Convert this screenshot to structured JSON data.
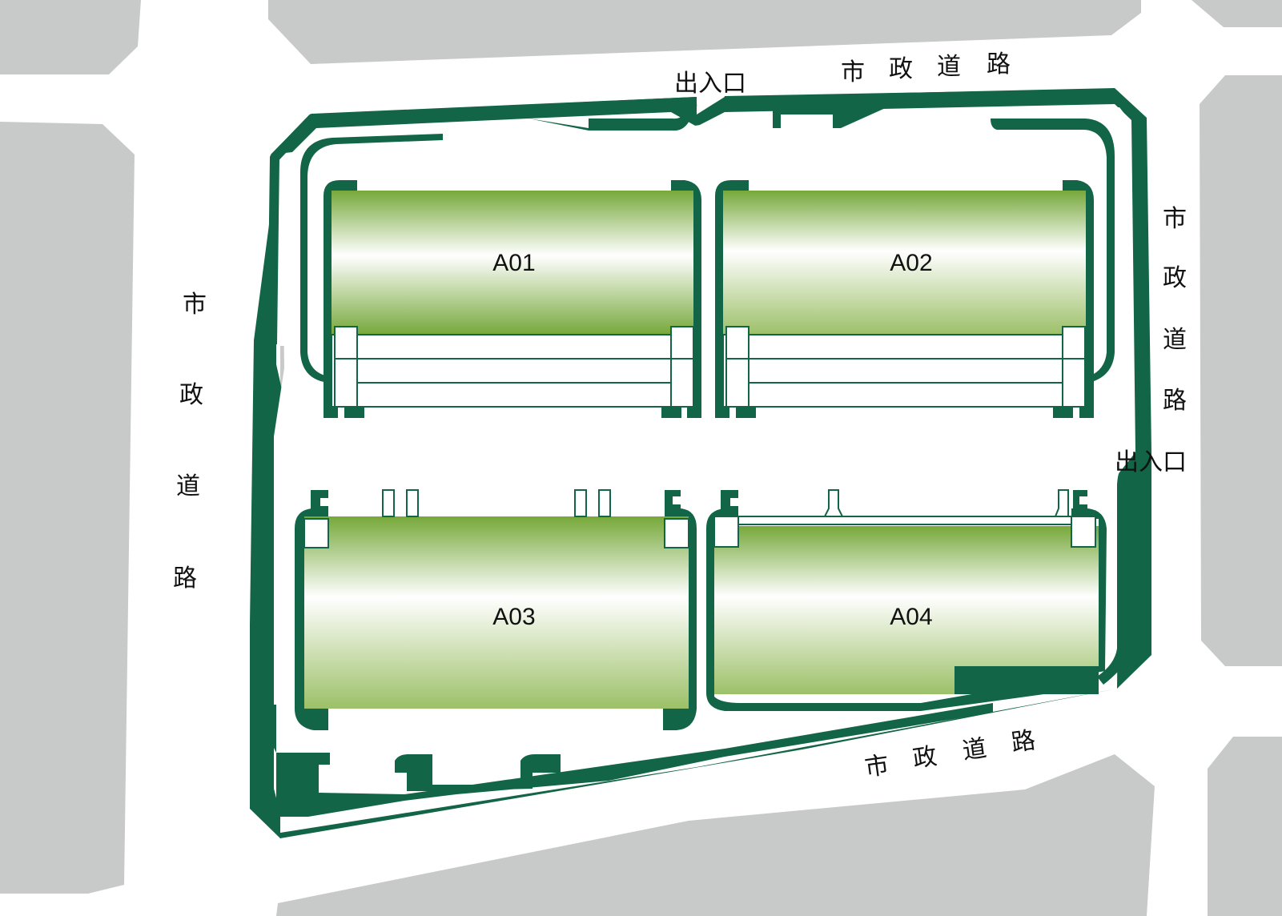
{
  "colors": {
    "background": "#ffffff",
    "block": "#c8c9c9",
    "site_green": "#126546",
    "roof_dark": "#76a83a",
    "roof_light": "#ffffff"
  },
  "buildings": {
    "a01": "A01",
    "a02": "A02",
    "a03": "A03",
    "a04": "A04"
  },
  "roads": {
    "top": [
      "市",
      "政",
      "道",
      "路"
    ],
    "left": [
      "市",
      "政",
      "道",
      "路"
    ],
    "right": [
      "市",
      "政",
      "道",
      "路"
    ],
    "bottom": [
      "市",
      "政",
      "道",
      "路"
    ]
  },
  "entrances": {
    "top": "出入口",
    "right": "出入口"
  }
}
